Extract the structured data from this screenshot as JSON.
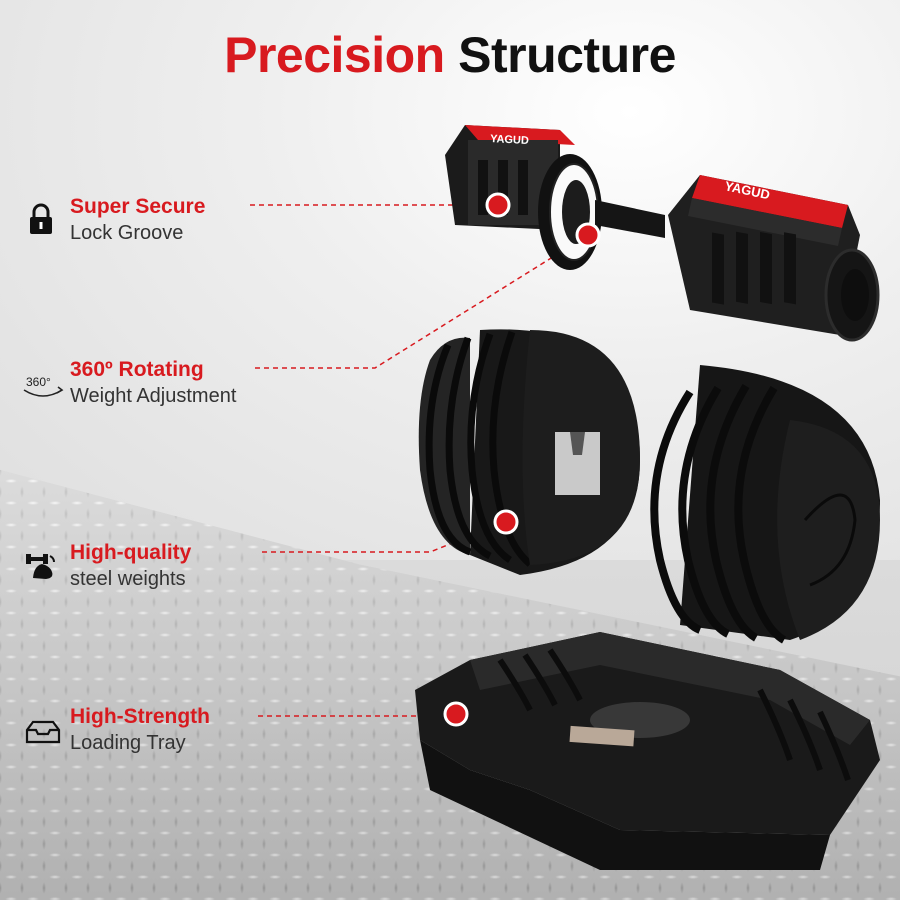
{
  "title": {
    "part1": "Precision",
    "part2": "Structure"
  },
  "features": [
    {
      "line1": "Super Secure",
      "line2": "Lock Groove",
      "icon": "lock-icon"
    },
    {
      "line1": "360º Rotating",
      "line2": "Weight Adjustment",
      "icon": "rotate-360-icon",
      "icon_text": "360°"
    },
    {
      "line1": "High-quality",
      "line2": "steel weights",
      "icon": "dumbbell-arm-icon"
    },
    {
      "line1": "High-Strength",
      "line2": "Loading Tray",
      "icon": "tray-icon"
    }
  ],
  "brand": {
    "label_top": "YAGUD",
    "label_side": "YAGUD"
  },
  "colors": {
    "accent": "#d81a1f",
    "dark": "#111111",
    "marker": "#d81a1f"
  }
}
